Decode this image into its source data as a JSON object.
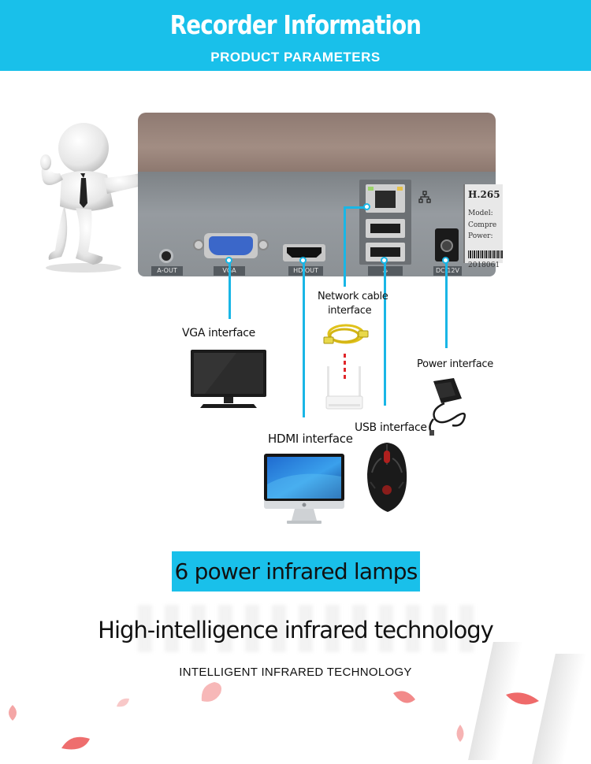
{
  "header": {
    "title": "Recorder Information",
    "subtitle": "PRODUCT PARAMETERS"
  },
  "recorder": {
    "port_labels": {
      "audio_out": "A-OUT",
      "vga": "VGA",
      "hdmi": "HD OUT",
      "usb": "⭌",
      "dc": "DC 12V"
    },
    "sticker": {
      "model_code": "H.265",
      "line1": "Model:",
      "line2": "Compre",
      "line3": "Power:",
      "serial": "2018061"
    }
  },
  "interfaces": {
    "vga": "VGA interface",
    "hdmi": "HDMI interface",
    "network_line1": "Network cable",
    "network_line2": "interface",
    "usb": "USB interface",
    "power": "Power interface"
  },
  "banner": {
    "label": "6 power infrared lamps"
  },
  "technology": {
    "title": "High-intelligence infrared technology",
    "subtitle": "INTELLIGENT INFRARED TECHNOLOGY"
  },
  "colors": {
    "accent": "#19c0ea",
    "connector": "#19b6e6",
    "petal": "#f07a7a"
  },
  "icons": [
    "figure-icon",
    "network-icon",
    "monitor-icon",
    "imac-icon",
    "router-icon",
    "cable-icon",
    "adapter-icon",
    "mouse-icon",
    "petal-icon"
  ]
}
